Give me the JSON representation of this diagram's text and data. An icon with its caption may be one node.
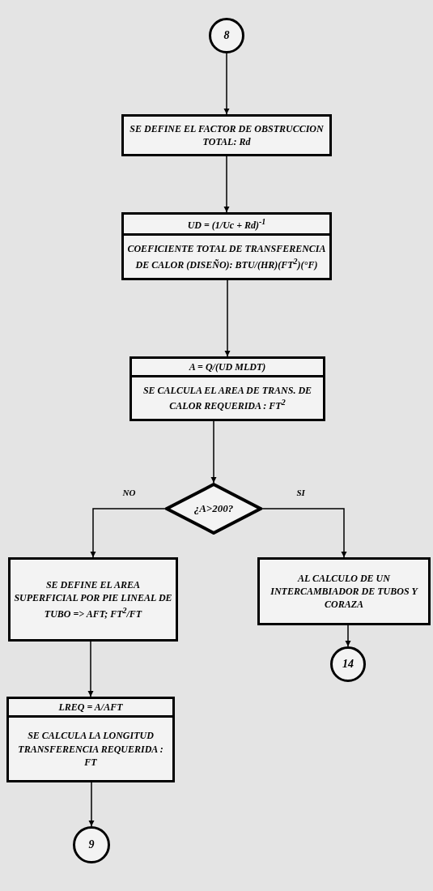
{
  "diagram": {
    "nodes": [
      {
        "text": [
          "8"
        ]
      },
      {
        "text": [
          "SE DEFINE EL FACTOR DE OBSTRUCCION TOTAL:  Rd"
        ]
      },
      {
        "text": [
          "UD = (1/Uc + Rd)$^{-1}$",
          "COEFICIENTE TOTAL DE TRANSFERENCIA DE CALOR (DISEÑO): BTU/(HR)(FT$^{2}$)(°F)"
        ]
      },
      {
        "text": [
          "A = Q/(UD MLDT)",
          "SE CALCULA EL AREA DE TRANS. DE CALOR REQUERIDA : FT$^{2}$"
        ]
      },
      {
        "text": [
          "¿A>200?"
        ]
      },
      {
        "text": [
          "SE DEFINE EL AREA SUPERFICIAL POR PIE LINEAL DE TUBO => AFT; FT$^{2}$/FT"
        ]
      },
      {
        "text": [
          "AL CALCULO DE UN INTERCAMBIADOR DE TUBOS Y CORAZA"
        ]
      },
      {
        "text": [
          "LREQ = A/AFT",
          "SE CALCULA LA LONGITUD TRANSFERENCIA REQUERIDA : FT"
        ]
      },
      {
        "text": [
          "9"
        ]
      },
      {
        "text": [
          "14"
        ]
      }
    ],
    "edges": [
      {
        "from": 0,
        "to": 1,
        "arrow": "to"
      },
      {
        "from": 1,
        "to": 2,
        "arrow": "to"
      },
      {
        "from": 2,
        "to": 3,
        "arrow": "to"
      },
      {
        "from": 3,
        "to": 4,
        "arrow": "to"
      },
      {
        "from": 4,
        "to": 5,
        "arrow": "to",
        "label": "NO"
      },
      {
        "from": 4,
        "to": 6,
        "arrow": "to",
        "label": "SI"
      },
      {
        "from": 5,
        "to": 7,
        "arrow": "to"
      },
      {
        "from": 7,
        "to": 8,
        "arrow": "to"
      },
      {
        "from": 6,
        "to": 9,
        "arrow": "to"
      }
    ]
  }
}
